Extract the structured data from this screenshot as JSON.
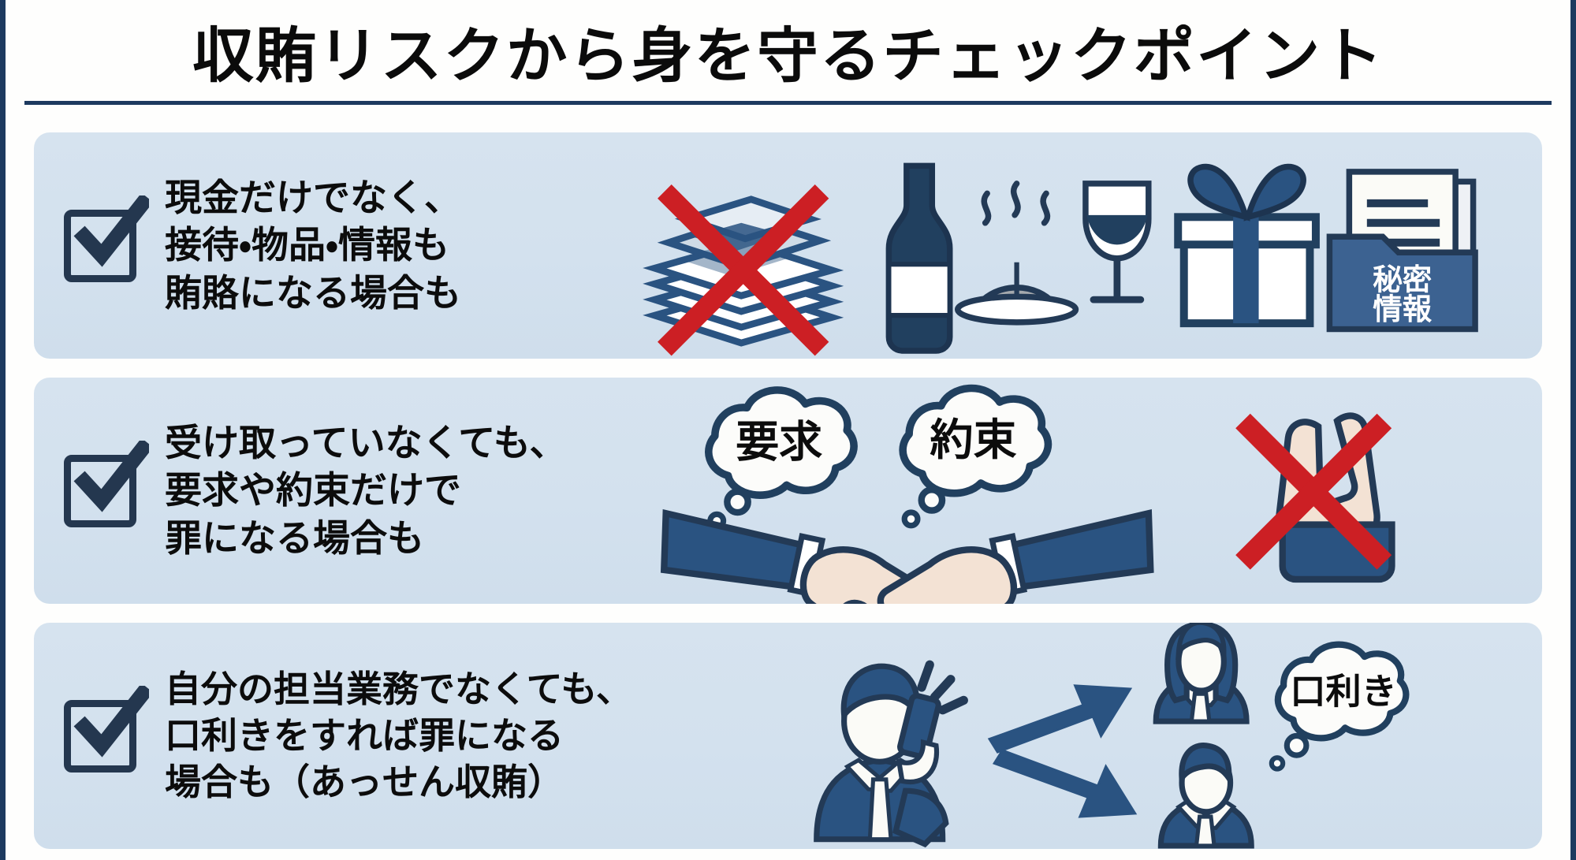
{
  "header": {
    "title": "収賄リスクから身を守るチェックポイント"
  },
  "colors": {
    "frame_blue": "#1d3a5f",
    "row_background": "#d4e2ef",
    "ink_navy": "#24374f",
    "icon_blue": "#2a5381",
    "accent_red": "#cc1f24",
    "page_background": "#fefefd",
    "text_black": "#0c0c0c"
  },
  "rows": [
    {
      "check_icon": "checkbox-checked-icon",
      "lines": [
        "現金だけでなく、",
        "接待・物品・情報も",
        "賄賂になる場合も"
      ],
      "illustrations": [
        {
          "name": "cash-stack-crossed-out-icon",
          "label": ""
        },
        {
          "name": "wine-bottle-icon",
          "label": ""
        },
        {
          "name": "covered-dish-icon",
          "label": ""
        },
        {
          "name": "wine-glass-icon",
          "label": ""
        },
        {
          "name": "gift-box-icon",
          "label": ""
        },
        {
          "name": "confidential-folder-icon",
          "label": "秘密\n情報"
        }
      ],
      "folder_label_line1": "秘密",
      "folder_label_line2": "情報"
    },
    {
      "check_icon": "checkbox-checked-icon",
      "lines": [
        "受け取っていなくても、",
        "要求や約束だけで",
        "罪になる場合も"
      ],
      "illustrations": [
        {
          "name": "thought-bubble-demand",
          "label": "要求"
        },
        {
          "name": "thought-bubble-promise",
          "label": "約束"
        },
        {
          "name": "handshake-icon",
          "label": ""
        },
        {
          "name": "praying-hands-crossed-out-icon",
          "label": ""
        }
      ],
      "bubble_left": "要求",
      "bubble_right": "約束"
    },
    {
      "check_icon": "checkbox-checked-icon",
      "lines": [
        "自分の担当業務でなくても、",
        "口利きをすれば罪になる",
        "場合も（あっせん収賄）"
      ],
      "illustrations": [
        {
          "name": "man-on-phone-icon",
          "label": ""
        },
        {
          "name": "arrow-up-right-icon",
          "label": ""
        },
        {
          "name": "arrow-down-right-icon",
          "label": ""
        },
        {
          "name": "businesswoman-icon",
          "label": ""
        },
        {
          "name": "businessman-icon",
          "label": ""
        },
        {
          "name": "thought-bubble-influence-peddling",
          "label": "口利き"
        }
      ],
      "bubble": "口利き"
    }
  ]
}
